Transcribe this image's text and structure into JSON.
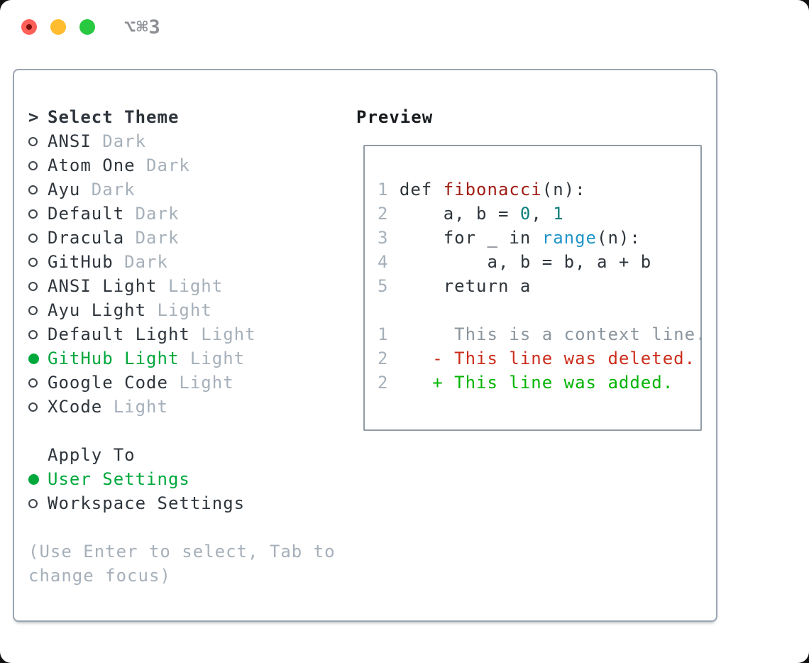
{
  "window": {
    "shortcut": "⌥⌘3",
    "traffic_lights": [
      "close",
      "minimize",
      "zoom"
    ]
  },
  "colors": {
    "selection_green": "#00a83c",
    "added_green": "#00b400",
    "deleted_red": "#cb2d1c",
    "function_red": "#a01d15",
    "number_teal": "#0b7f7a",
    "builtin_blue": "#2095c8",
    "text_dark": "#2e353c",
    "text_muted": "#a6b0ba",
    "line_number": "#a6b0ba",
    "context_gray": "#8b959e",
    "border": "#9aa5af",
    "border_preview": "#909ba5",
    "shortcut_gray": "#8d9196",
    "traffic_red": "#fe5f57",
    "traffic_red_dot": "#7a100c",
    "traffic_yellow": "#febc2e",
    "traffic_green": "#28c840"
  },
  "theme_panel": {
    "cursor": ">",
    "title": "Select Theme",
    "themes": [
      {
        "name": "ANSI",
        "variant": "Dark",
        "selected": false
      },
      {
        "name": "Atom One",
        "variant": "Dark",
        "selected": false
      },
      {
        "name": "Ayu",
        "variant": "Dark",
        "selected": false
      },
      {
        "name": "Default",
        "variant": "Dark",
        "selected": false
      },
      {
        "name": "Dracula",
        "variant": "Dark",
        "selected": false
      },
      {
        "name": "GitHub",
        "variant": "Dark",
        "selected": false
      },
      {
        "name": "ANSI Light",
        "variant": "Light",
        "selected": false
      },
      {
        "name": "Ayu Light",
        "variant": "Light",
        "selected": false
      },
      {
        "name": "Default Light",
        "variant": "Light",
        "selected": false
      },
      {
        "name": "GitHub Light",
        "variant": "Light",
        "selected": true
      },
      {
        "name": "Google Code",
        "variant": "Light",
        "selected": false
      },
      {
        "name": "XCode",
        "variant": "Light",
        "selected": false
      }
    ],
    "apply_to": {
      "title": "Apply To",
      "options": [
        {
          "label": "User Settings",
          "selected": true
        },
        {
          "label": "Workspace Settings",
          "selected": false
        }
      ]
    },
    "hint_lines": [
      "(Use Enter to select, Tab to",
      "change focus)"
    ]
  },
  "preview": {
    "title": "Preview",
    "code_lines": [
      {
        "num": "1",
        "tokens": [
          [
            "def ",
            "text"
          ],
          [
            "fibonacci",
            "func"
          ],
          [
            "(n):",
            "text"
          ]
        ]
      },
      {
        "num": "2",
        "tokens": [
          [
            "    a, b = ",
            "text"
          ],
          [
            "0",
            "num"
          ],
          [
            ", ",
            "text"
          ],
          [
            "1",
            "num"
          ]
        ]
      },
      {
        "num": "3",
        "tokens": [
          [
            "    for _ in ",
            "text"
          ],
          [
            "range",
            "builtin"
          ],
          [
            "(n):",
            "text"
          ]
        ]
      },
      {
        "num": "4",
        "tokens": [
          [
            "        a, b = b, a + b",
            "text"
          ]
        ]
      },
      {
        "num": "5",
        "tokens": [
          [
            "    return a",
            "text"
          ]
        ]
      }
    ],
    "diff_lines": [
      {
        "num": "1",
        "marker": " ",
        "text": "This is a context line.",
        "kind": "context"
      },
      {
        "num": "2",
        "marker": "-",
        "text": "This line was deleted.",
        "kind": "deleted"
      },
      {
        "num": "2",
        "marker": "+",
        "text": "This line was added.",
        "kind": "added"
      }
    ]
  }
}
